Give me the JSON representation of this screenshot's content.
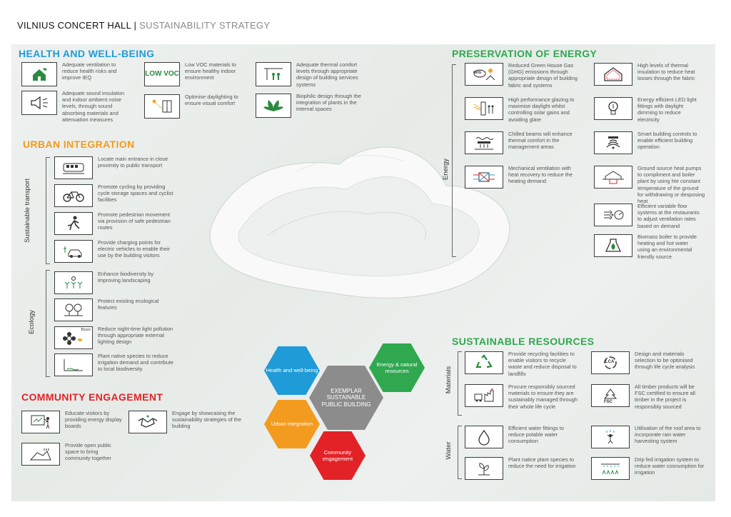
{
  "header": {
    "title": "VILNIUS CONCERT HALL",
    "separator": " | ",
    "subtitle": "SUSTAINABILITY STRATEGY"
  },
  "colors": {
    "health": "#1f9bd7",
    "urban": "#f39b1f",
    "community": "#e32227",
    "energy": "#2fa84f",
    "center": "#8c8c8c"
  },
  "health": {
    "title": "HEALTH AND WELL-BEING",
    "items": [
      {
        "icon": "house-plant-icon",
        "text": "Adequate ventilation to reduce health risks and improve IEQ"
      },
      {
        "icon": "low-voc-icon",
        "icon_text": "LOW VOC",
        "text": "Low VOC materials to ensure healthy indoor environment"
      },
      {
        "icon": "thermal-comfort-icon",
        "text": "Adequate thermal comfort levels through appropriate design of building services systems"
      },
      {
        "icon": "speaker-icon",
        "text": "Adequate sound insulation and indoor ambient noise levels, through sound absorbing materials and attenuation measures"
      },
      {
        "icon": "daylight-icon",
        "text": "Optimise daylighting to ensure visual comfort"
      },
      {
        "icon": "leaves-icon",
        "text": "Biophilic design through the integration of plants in the internal spaces"
      }
    ]
  },
  "urban": {
    "title": "URBAN INTEGRATION",
    "transport_label": "Sustainable transport",
    "ecology_label": "Ecology",
    "transport": [
      {
        "icon": "train-icon",
        "text": "Locate main entrance in close proximity to public transport"
      },
      {
        "icon": "bicycle-icon",
        "text": "Promote cycling by providing cycle storage spaces and cyclist facilities"
      },
      {
        "icon": "pedestrian-icon",
        "text": "Promote pedestrian movement via provision of safe pedestrian routes"
      },
      {
        "icon": "electric-car-icon",
        "text": "Provide charging points for electric vehicles to enable their use by the building visitors"
      }
    ],
    "ecology": [
      {
        "icon": "landscape-icon",
        "text": "Enhance biodiversity by improving landscaping"
      },
      {
        "icon": "trees-icon",
        "text": "Protect existing ecological features"
      },
      {
        "icon": "flower-bee-icon",
        "icon_text": "Bzzzz",
        "text": "Reduce night-time light pollution through appropriate external lighting design"
      },
      {
        "icon": "native-plants-icon",
        "text": "Plant native species to reduce irrigation demand and contribute to local biodiversity"
      }
    ]
  },
  "community": {
    "title": "COMMUNITY ENGAGEMENT",
    "items": [
      {
        "icon": "display-board-icon",
        "text": "Educate visitors by providing energy display boards"
      },
      {
        "icon": "handshake-icon",
        "text": "Engage by showcasing the sustainability strategies of the building"
      },
      {
        "icon": "public-space-icon",
        "text": "Provide open public space to bring community together"
      }
    ]
  },
  "energy": {
    "title": "PRESERVATION OF ENERGY",
    "label": "Energy",
    "left": [
      {
        "icon": "ghg-icon",
        "icon_text": "GHG",
        "text": "Reduced Green House Gas (GHG) emissions through appropriate design of building fabric and systems"
      },
      {
        "icon": "glazing-icon",
        "text": "High performance glazing to maximise daylight whilst controlling solar gains and avoiding glare"
      },
      {
        "icon": "chilled-beam-icon",
        "text": "Chilled beams will enhance thermal comfort in the management areas"
      },
      {
        "icon": "heat-recovery-icon",
        "text": "Mechanical ventilation with heat recovery to reduce the heating demand"
      }
    ],
    "right": [
      {
        "icon": "insulated-house-icon",
        "text": "High levels of thermal insulation to reduce heat losses through the fabric"
      },
      {
        "icon": "led-bulb-icon",
        "text": "Energy efficient LED light fittings with daylight dimming to reduce electricity"
      },
      {
        "icon": "smart-control-icon",
        "text": "Smart building controls to enable efficient building operation"
      },
      {
        "icon": "heat-pump-icon",
        "text": "Ground source heat pumps to compliment and boiler plant by using hte constant temperature of the ground for withdrawing or desposing heat"
      },
      {
        "icon": "variable-flow-icon",
        "text": "Efficient variable flow systems at the restaurants to adjust ventilation rates based on demand"
      },
      {
        "icon": "biomass-icon",
        "text": "Biomass boiler to provide heating and hot water using an environmental friendly source"
      }
    ]
  },
  "resources": {
    "title": "SUSTAINABLE RESOURCES",
    "materials_label": "Materials",
    "water_label": "Water",
    "materials": [
      {
        "icon": "recycle-icon",
        "text": "Provide recycling facilities to enable visitors to recycle waste and reduce disposal to landfills"
      },
      {
        "icon": "lca-icon",
        "icon_text": "LCA",
        "text": "Design and materials selection to be optimised through life cycle analysis"
      },
      {
        "icon": "responsible-sourcing-icon",
        "text": "Procure responsibly sourced materials to ensure they are sustainably managed through their whole life cycle"
      },
      {
        "icon": "fsc-icon",
        "icon_text": "FSC",
        "text": "All timber products will be FSC certified to ensure all timber in the project is responsibly sourced"
      }
    ],
    "water": [
      {
        "icon": "water-drop-icon",
        "text": "Efficient water fittings to reduce potable water consumption"
      },
      {
        "icon": "rainwater-icon",
        "text": "Utilisation of the roof area to incorporate rain water harvesting system"
      },
      {
        "icon": "plant-icon",
        "text": "Plant natice plant species to reduce the need for irrigation"
      },
      {
        "icon": "drip-irrigation-icon",
        "text": "Drip fed irrigation system to reduce water cosnumption for irrigation"
      }
    ]
  },
  "hexagons": {
    "health": "Health and well-being",
    "energy": "Energy & natural resources",
    "center": "EXEMPLAR SUSTAINABLE PUBLIC BUILDING",
    "urban": "Urban integration",
    "community": "Community engagement"
  }
}
